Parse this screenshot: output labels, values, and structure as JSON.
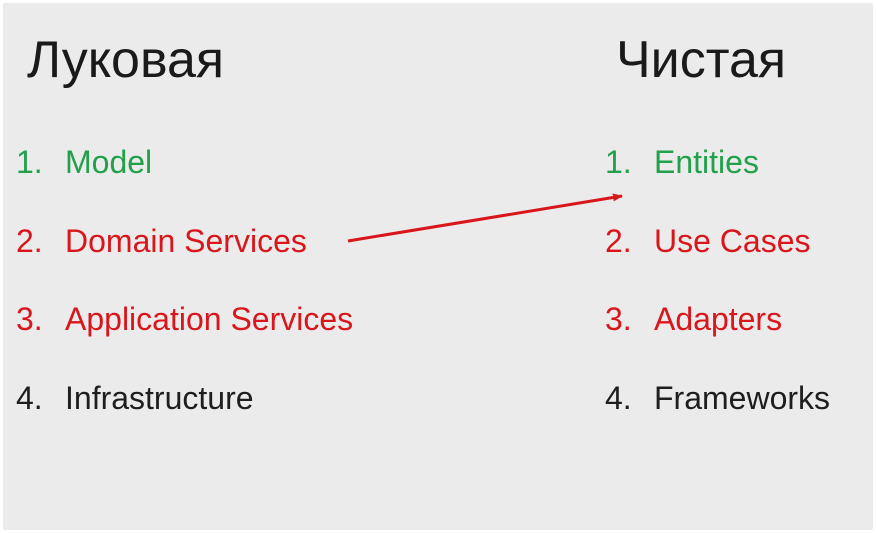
{
  "left_column": {
    "title": "Луковая",
    "items": [
      {
        "num": "1.",
        "label": "Model",
        "color": "#22a04b"
      },
      {
        "num": "2.",
        "label": "Domain Services",
        "color": "#d9161b"
      },
      {
        "num": "3.",
        "label": "Application Services",
        "color": "#d9161b"
      },
      {
        "num": "4.",
        "label": "Infrastructure",
        "color": "#1e1e1e"
      }
    ]
  },
  "right_column": {
    "title": "Чистая",
    "items": [
      {
        "num": "1.",
        "label": "Entities",
        "color": "#22a04b"
      },
      {
        "num": "2.",
        "label": "Use Cases",
        "color": "#d9161b"
      },
      {
        "num": "3.",
        "label": "Adapters",
        "color": "#d9161b"
      },
      {
        "num": "4.",
        "label": "Frameworks",
        "color": "#1e1e1e"
      }
    ]
  },
  "arrow": {
    "from": "Domain Services",
    "to": "Entities",
    "color": "#d9161b"
  }
}
